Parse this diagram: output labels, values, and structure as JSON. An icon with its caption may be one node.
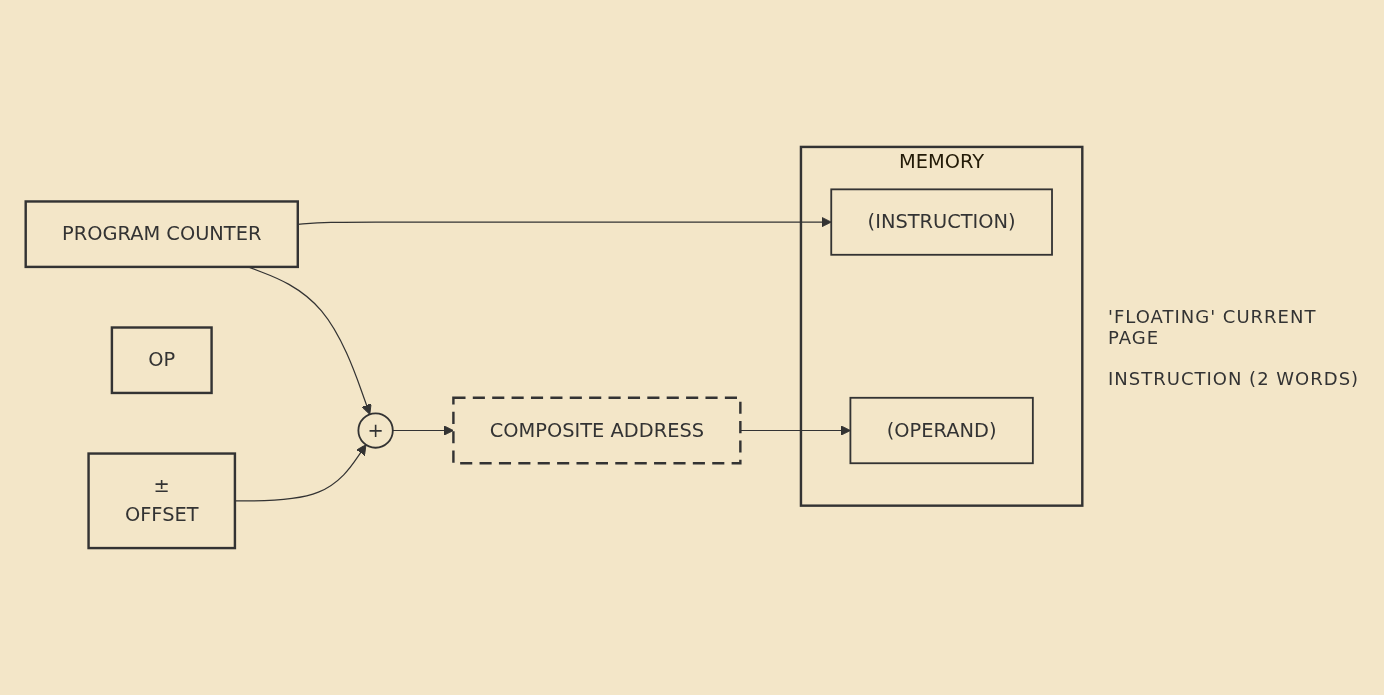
{
  "diagram": {
    "nodes": [
      {
        "text": [
          "PROGRAM COUNTER"
        ]
      },
      {
        "text": [
          "+"
        ]
      },
      {
        "text": [
          "COMPOSITE ADDRESS"
        ]
      },
      {
        "text": [
          "MEMORY"
        ]
      },
      {
        "text": [
          "(INSTRUCTION)"
        ],
        "in": 3
      },
      {
        "text": [
          "(OPERAND)"
        ],
        "in": 3
      },
      {
        "text": [
          "OP"
        ]
      },
      {
        "text": [
          "±",
          "OFFSET"
        ]
      }
    ],
    "edges": [
      {
        "from": 0,
        "to": 4,
        "arrow": "to"
      },
      {
        "from": 0,
        "to": 1,
        "arrow": "to"
      },
      {
        "from": 7,
        "to": 1,
        "arrow": "to"
      },
      {
        "from": 1,
        "to": 2,
        "arrow": "to"
      },
      {
        "from": 2,
        "to": 5,
        "arrow": "to"
      }
    ],
    "labels": [
      "'FLOATING' CURRENT PAGE",
      "INSTRUCTION (2 WORDS)"
    ]
  }
}
